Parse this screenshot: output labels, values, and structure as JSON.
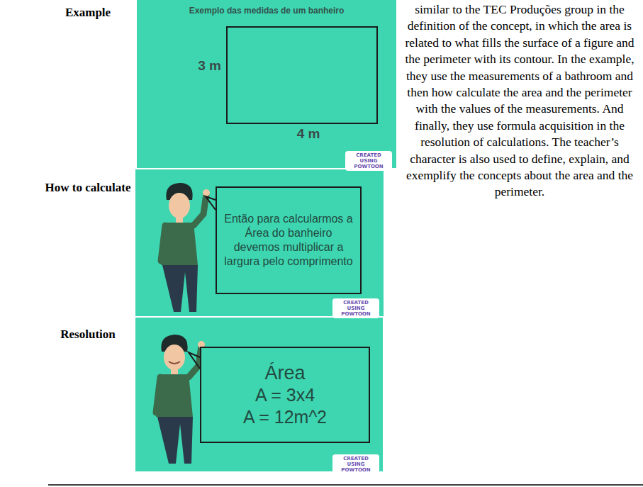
{
  "diagram": {
    "nodes": [
      {
        "text": [
          "Exemplo das medidas de um banheiro"
        ]
      },
      {
        "text": [
          "Então para calcularmos a Área do banheiro devemos multiplicar a largura pelo comprimento"
        ]
      },
      {
        "text": [
          "Área",
          "A = 3x4",
          "A = 12m^2"
        ]
      }
    ],
    "labels": [
      "Example",
      "How to calculate",
      "Resolution",
      "3 m",
      "4 m",
      "similar to the TEC Produções group in the definition of the concept, in which the area is related to what fills the surface of a figure and the perimeter with its contour. In the example, they use the measurements of a bathroom and then how calculate the area and the perimeter with the values of the measurements. And finally, they use formula acquisition in the resolution of calculations. The teacher’s character is also used to define, explain, and exemplify the concepts about the area and the perimeter.",
      "CREATED USING POWTOON",
      "CREATED USING POWTOON",
      "CREATED USING POWTOON"
    ]
  }
}
